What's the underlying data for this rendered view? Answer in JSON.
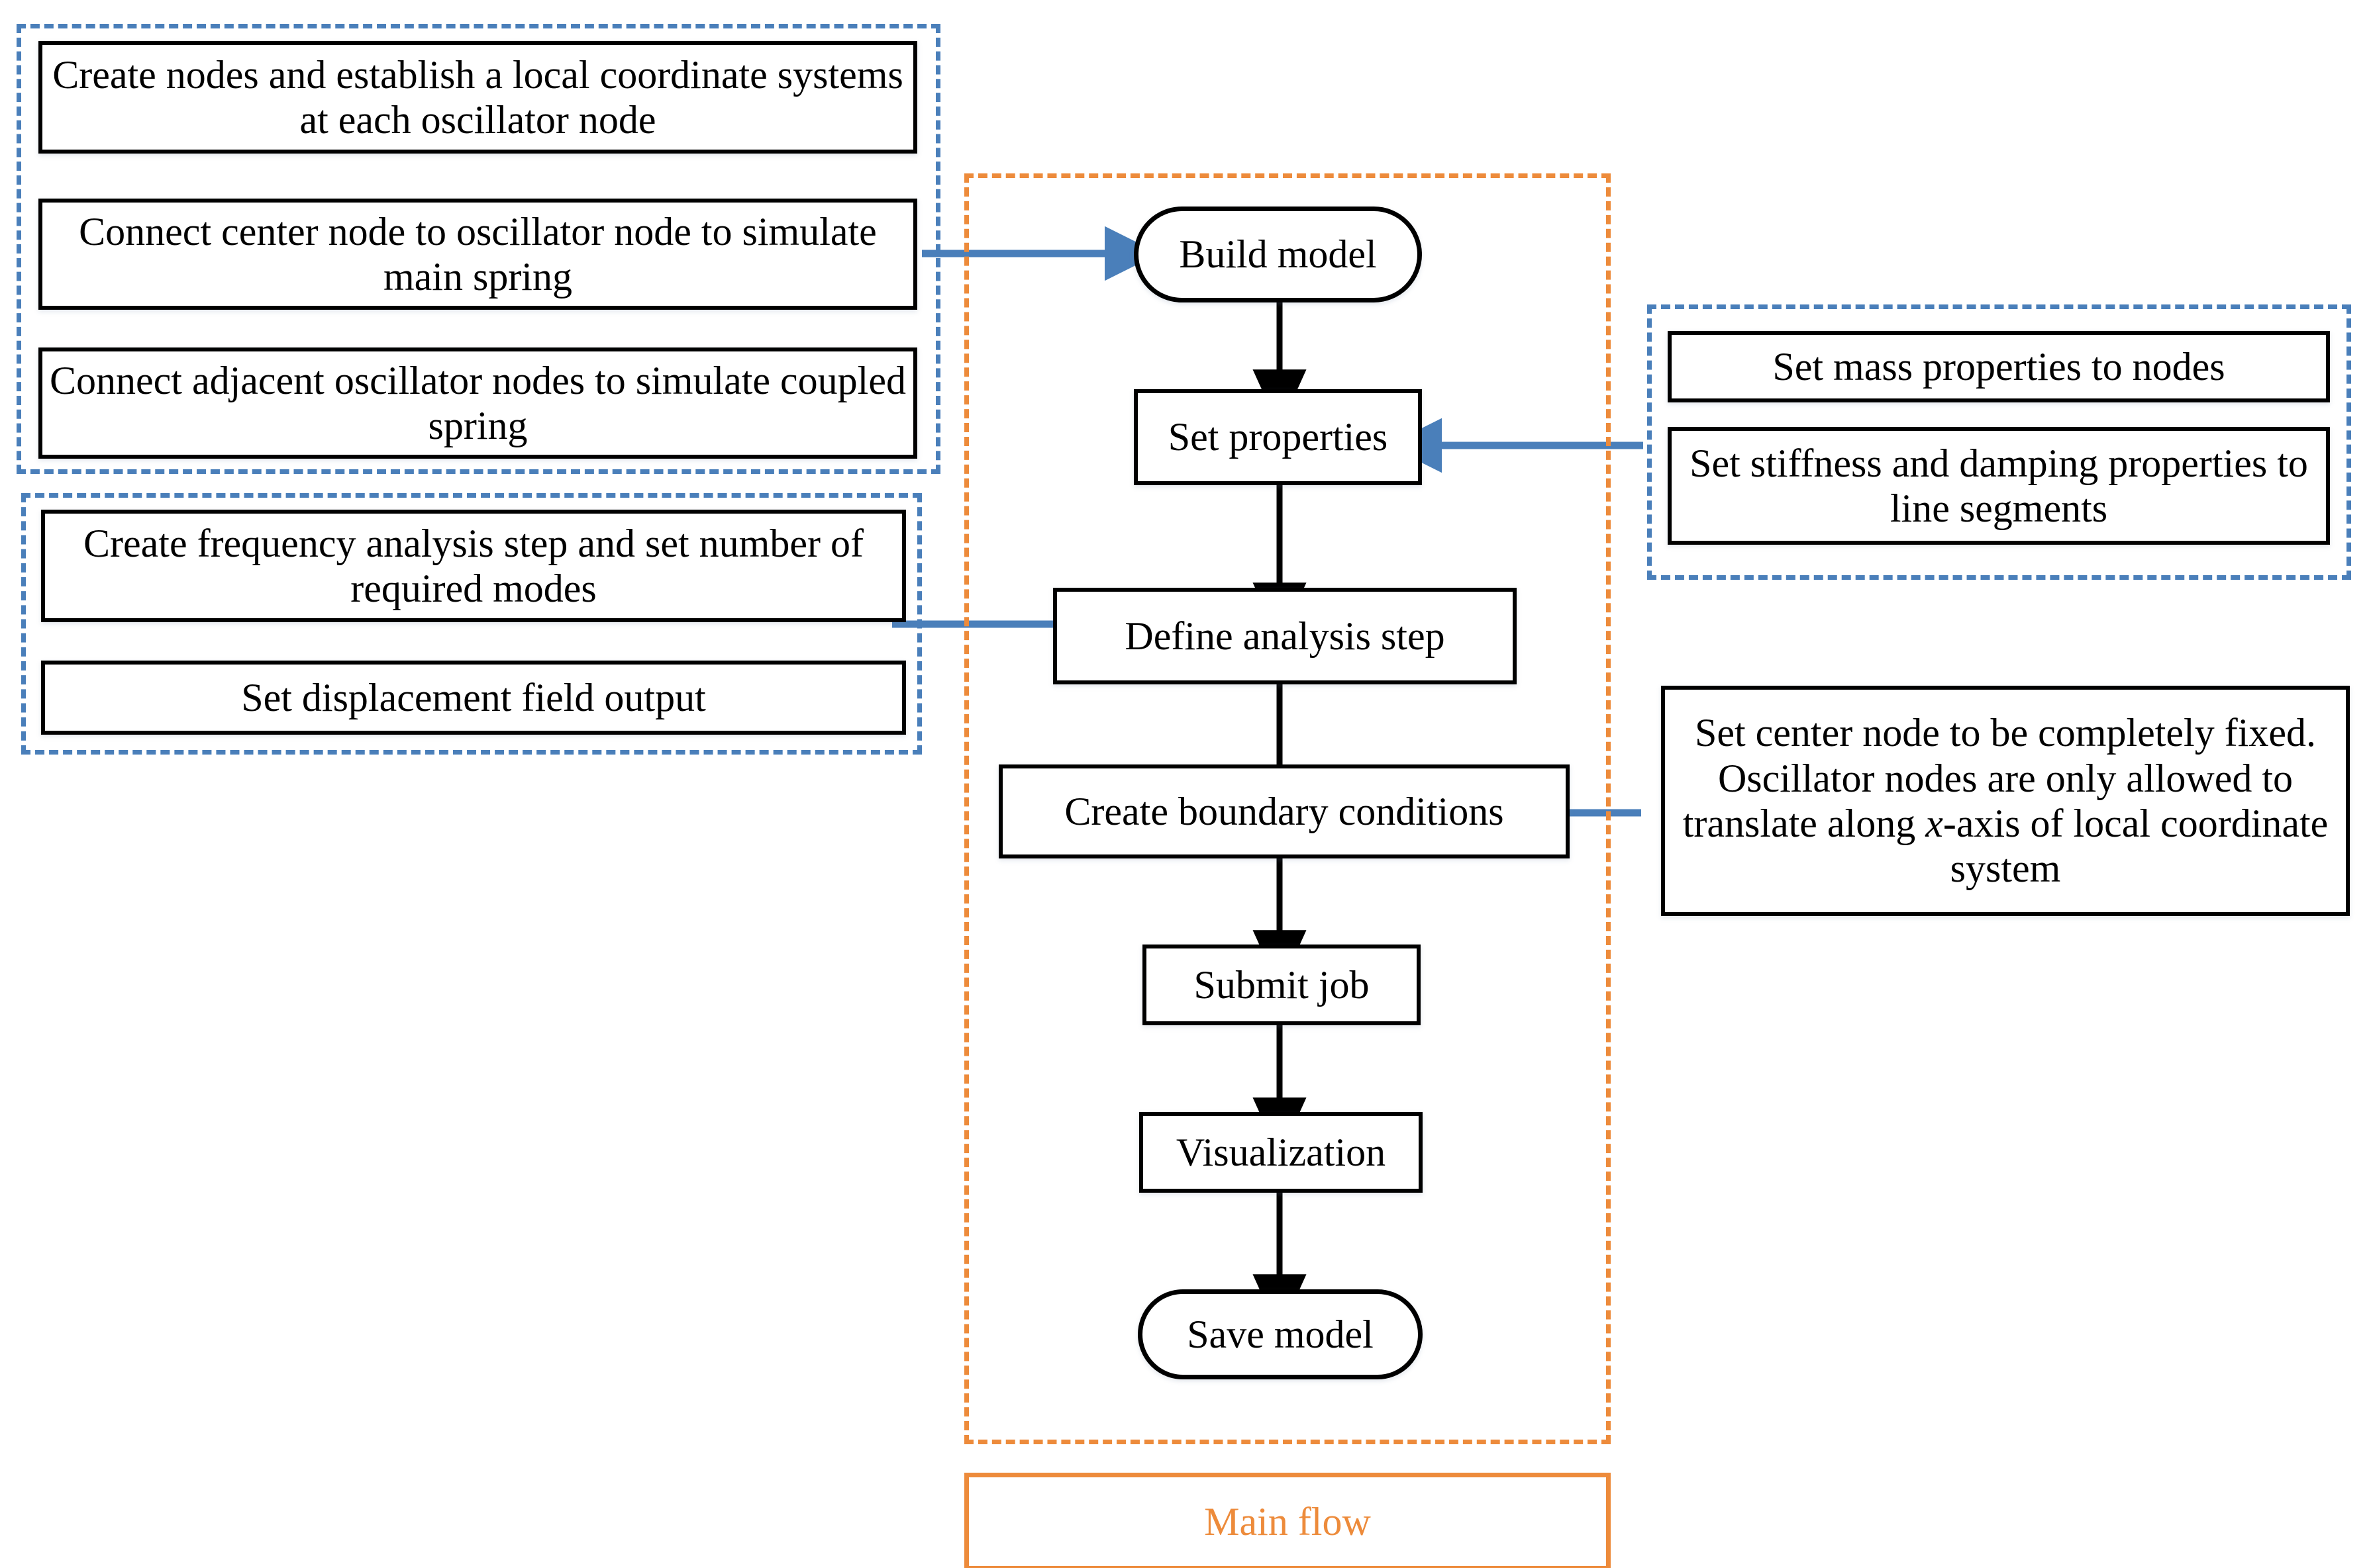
{
  "colors": {
    "dashed_blue": "#4a7fba",
    "dashed_orange": "#ED8B3B",
    "arrow_blue": "#4a7fba",
    "flow_arrow": "#000000",
    "box_border": "#000000",
    "legend_text": "#ED8B3B"
  },
  "left_group_build": {
    "items": [
      {
        "label": "Create  nodes and establish a local coordinate systems at each oscillator node"
      },
      {
        "label": "Connect center node to oscillator node to simulate main spring"
      },
      {
        "label": "Connect adjacent oscillator nodes to simulate coupled spring"
      }
    ]
  },
  "left_group_step": {
    "items": [
      {
        "label": "Create frequency analysis step and set number of required modes"
      },
      {
        "label": "Set displacement field output"
      }
    ]
  },
  "right_group_properties": {
    "items": [
      {
        "label": "Set mass properties to nodes"
      },
      {
        "label": "Set stiffness and damping properties to line segments"
      }
    ]
  },
  "right_note_boundary": {
    "label_part1": "Set center node to be completely fixed. Oscillator nodes are only allowed to translate along ",
    "label_italic": "x",
    "label_part2": "-axis of local coordinate system"
  },
  "main_flow": {
    "legend_label": "Main flow",
    "nodes": [
      {
        "id": "build-model",
        "label": "Build model",
        "shape": "pill"
      },
      {
        "id": "set-properties",
        "label": "Set properties",
        "shape": "rect"
      },
      {
        "id": "define-analysis-step",
        "label": "Define  analysis step",
        "shape": "rect"
      },
      {
        "id": "create-boundary-conditions",
        "label": "Create boundary conditions",
        "shape": "rect"
      },
      {
        "id": "submit-job",
        "label": "Submit job",
        "shape": "rect"
      },
      {
        "id": "visualization",
        "label": "Visualization",
        "shape": "rect"
      },
      {
        "id": "save-model",
        "label": "Save model",
        "shape": "pill"
      }
    ]
  }
}
